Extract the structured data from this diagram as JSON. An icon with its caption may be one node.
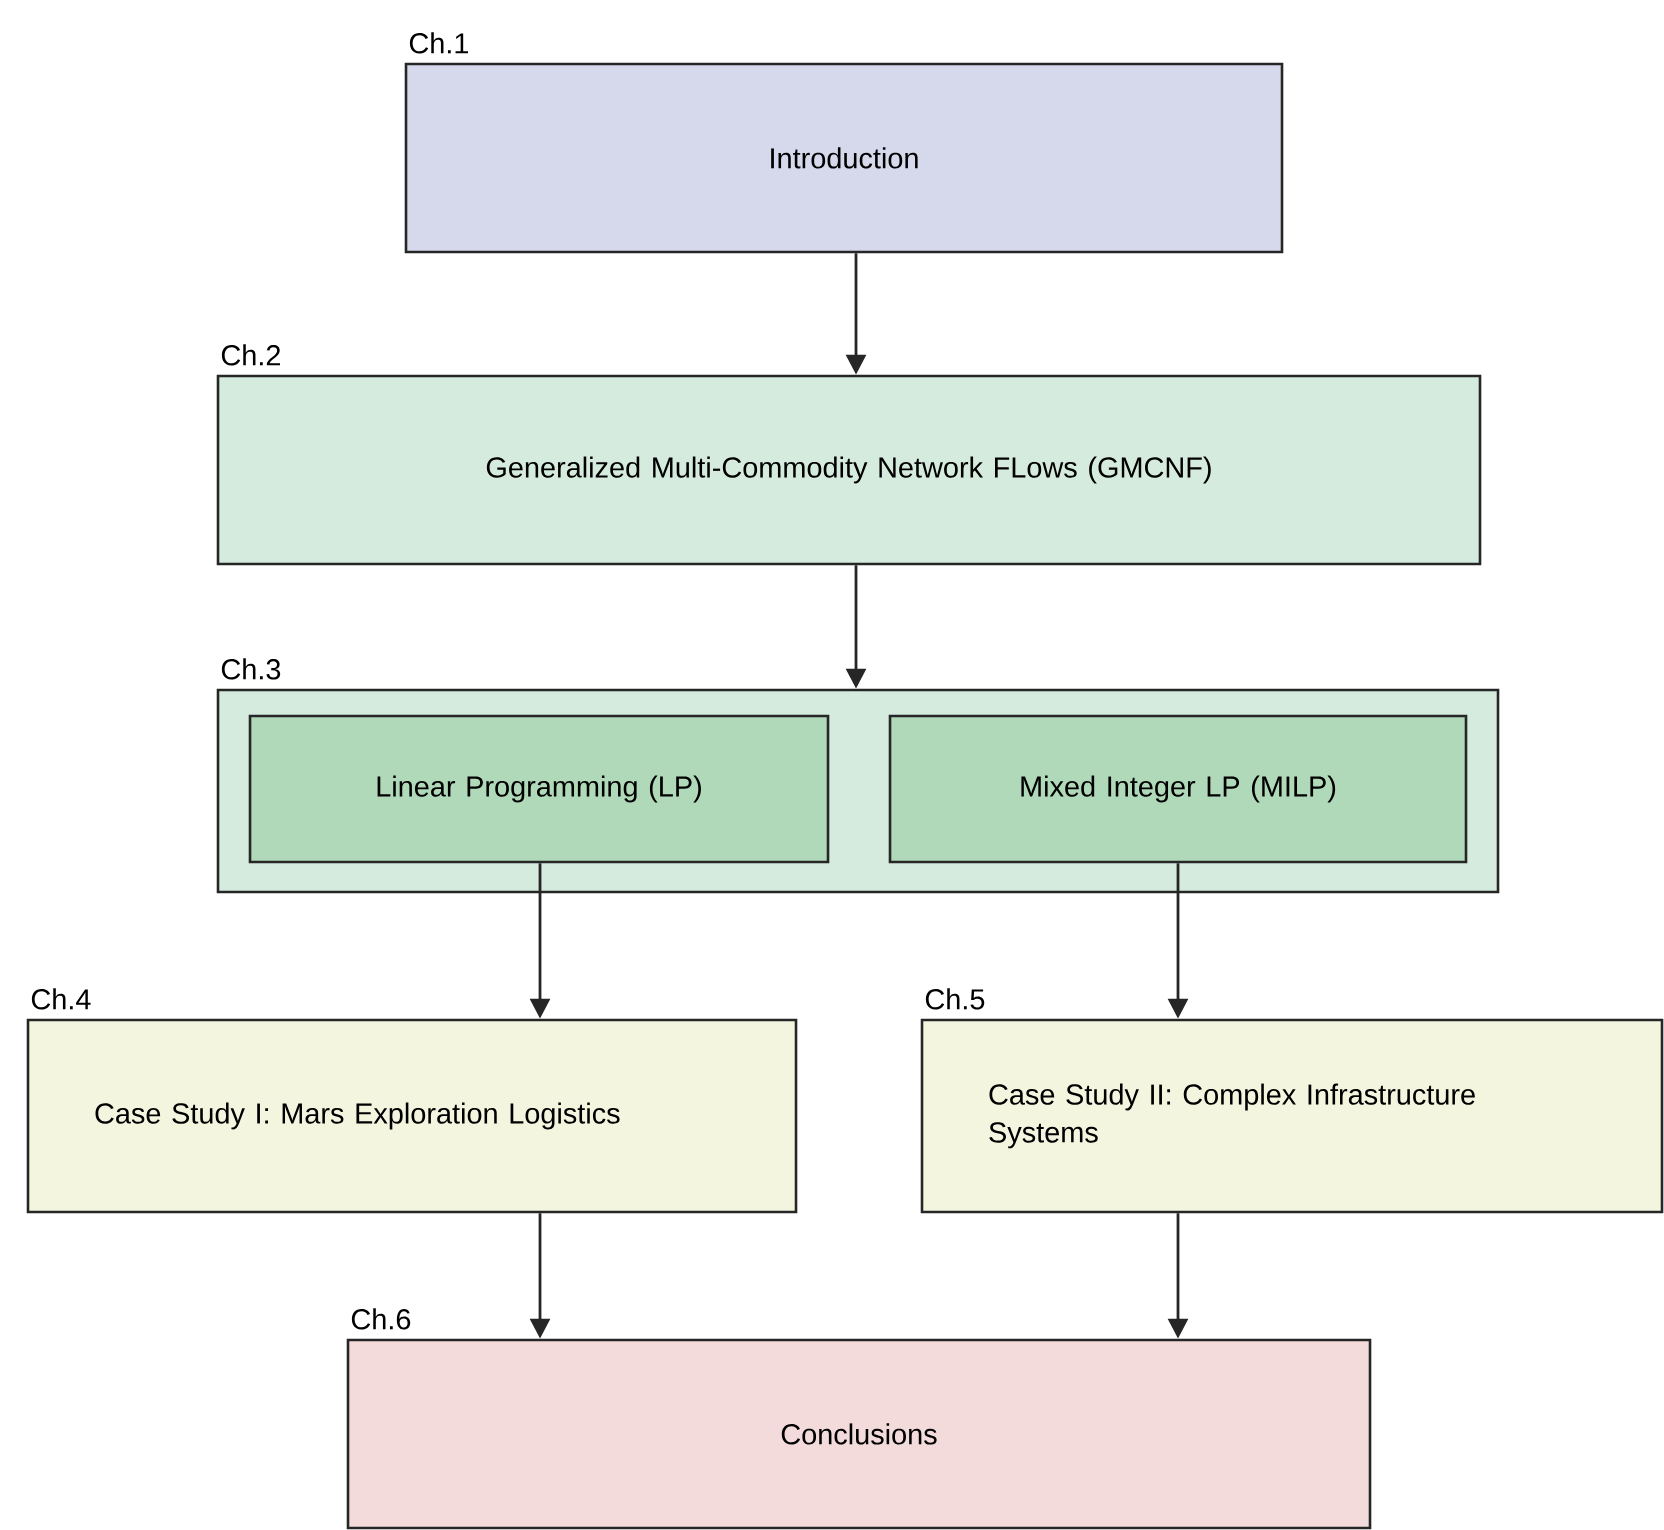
{
  "diagram": {
    "nodes": [
      {
        "text": [
          "Ch.1",
          "Introduction"
        ]
      },
      {
        "text": [
          "Ch.2",
          "Generalized Multi-Commodity Network FLows (GMCNF)"
        ]
      },
      {
        "text": [
          "Ch.3"
        ]
      },
      {
        "text": [
          "Linear Programming (LP)"
        ],
        "in": 2
      },
      {
        "text": [
          "Mixed Integer LP (MILP)"
        ],
        "in": 2
      },
      {
        "text": [
          "Ch.4",
          "Case Study I: Mars Exploration Logistics"
        ]
      },
      {
        "text": [
          "Ch.5",
          "Case Study II: Complex Infrastructure Systems"
        ]
      },
      {
        "text": [
          "Ch.6",
          "Conclusions"
        ]
      }
    ],
    "edges": [
      {
        "from": 0,
        "to": 1,
        "arrow": "to"
      },
      {
        "from": 1,
        "to": 2,
        "arrow": "to"
      },
      {
        "from": 3,
        "to": 5,
        "arrow": "to"
      },
      {
        "from": 4,
        "to": 6,
        "arrow": "to"
      },
      {
        "from": 5,
        "to": 7,
        "arrow": "to"
      },
      {
        "from": 6,
        "to": 7,
        "arrow": "to"
      }
    ]
  }
}
